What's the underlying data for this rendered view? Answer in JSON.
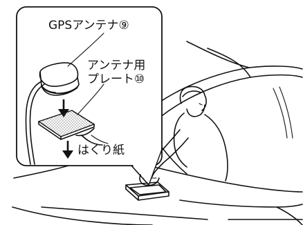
{
  "labels": {
    "gps_antenna": "GPSアンテナ⑨",
    "plate_line1": "アンテナ用",
    "plate_line2": "プレート⑩",
    "release_paper": "はくり紙"
  }
}
